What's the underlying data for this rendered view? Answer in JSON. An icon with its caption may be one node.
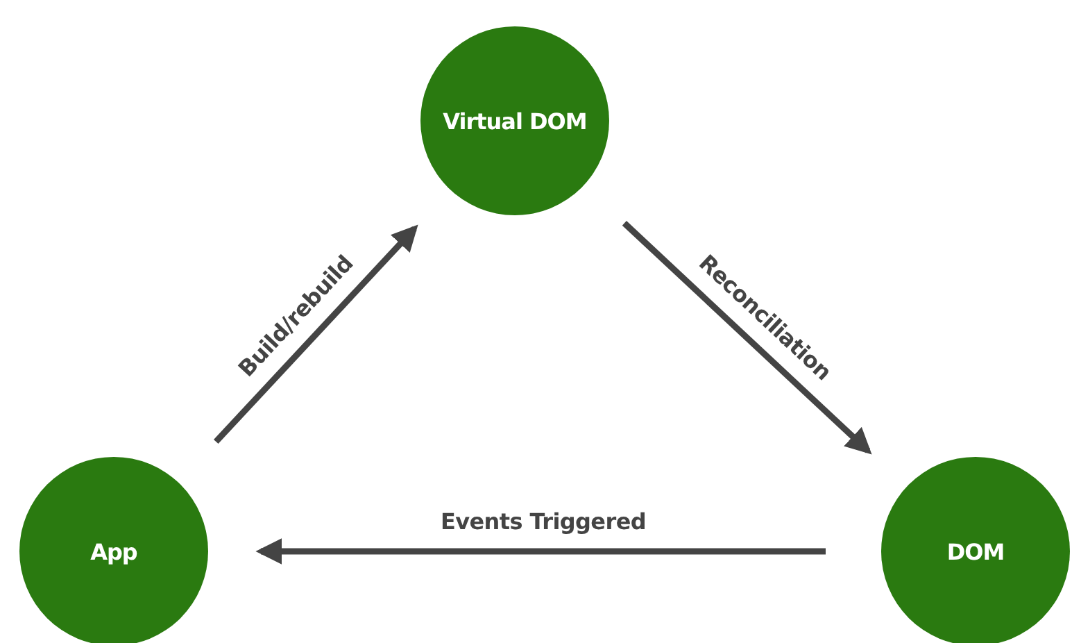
{
  "diagram": {
    "nodes": [
      {
        "text": [
          "Virtual DOM"
        ]
      },
      {
        "text": [
          "App"
        ]
      },
      {
        "text": [
          "DOM"
        ]
      }
    ],
    "edges": [
      {
        "from": 1,
        "to": 0,
        "arrow": "to",
        "label": "Build/rebuild"
      },
      {
        "from": 0,
        "to": 2,
        "arrow": "to",
        "label": "Reconciliation"
      },
      {
        "from": 2,
        "to": 1,
        "arrow": "to",
        "label": "Events Triggered"
      }
    ]
  }
}
